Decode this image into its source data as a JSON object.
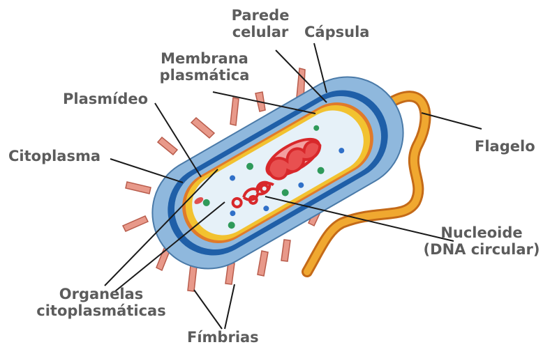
{
  "labels": {
    "parede": [
      "Parede",
      "celular"
    ],
    "capsula": "Cápsula",
    "membrana": [
      "Membrana",
      "plasmática"
    ],
    "plasmideo": "Plasmídeo",
    "citoplasma": "Citoplasma",
    "flagelo": "Flagelo",
    "nucleoide": [
      "Nucleoide",
      "(DNA circular)"
    ],
    "organelas": [
      "Organelas",
      "citoplasmáticas"
    ],
    "fimbrias": "Fímbrias"
  },
  "colors": {
    "label_text": "#5c5c5c",
    "leader_line": "#1a1a1a",
    "capsule": "#8fb8dd",
    "cell_wall": "#1f5fa8",
    "membrane_yellow": "#f2c230",
    "membrane_orange": "#e07a2a",
    "cytoplasm": "#e6f1f8",
    "nucleoid": "#d8282b",
    "ribosome_green": "#2f9a5a",
    "ribosome_blue": "#3070c8",
    "plasmid": "#e05050",
    "fimbria": "#e8998a",
    "flagellum": "#f0a830"
  }
}
